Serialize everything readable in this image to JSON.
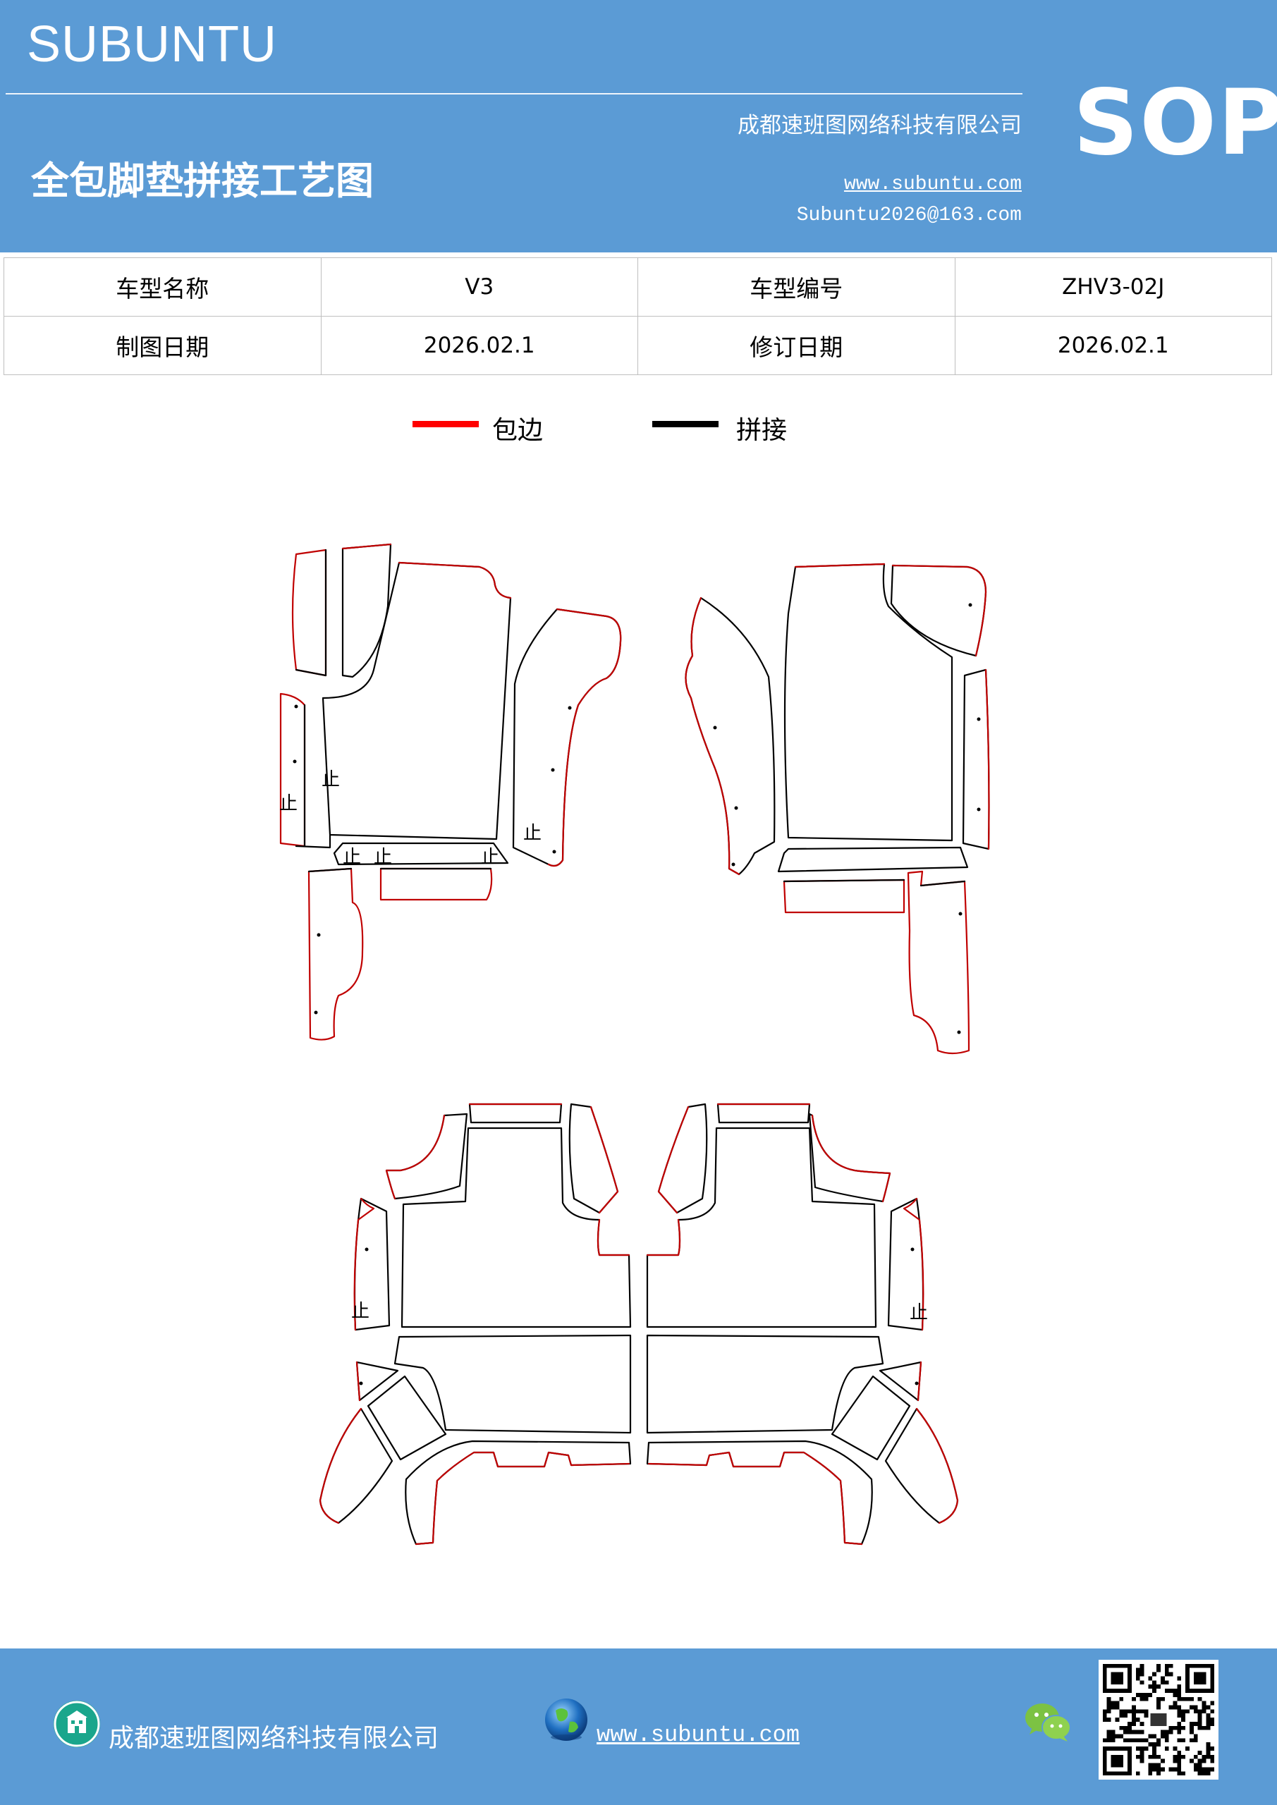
{
  "header": {
    "brand": "SUBUNTU",
    "sop_mark": "SOP",
    "company": "成都速班图网络科技有限公司",
    "title": "全包脚垫拼接工艺图",
    "website": "www.subuntu.com",
    "email": "Subuntu2026@163.com"
  },
  "info_table": {
    "rows": [
      {
        "label1": "车型名称",
        "value1": "V3",
        "label2": "车型编号",
        "value2": "ZHV3-02J"
      },
      {
        "label1": "制图日期",
        "value1": "2026.02.1",
        "label2": "修订日期",
        "value2": "2026.02.1"
      }
    ]
  },
  "legend": {
    "items": [
      {
        "label": "包边",
        "color": "#ff0000"
      },
      {
        "label": "拼接",
        "color": "#000000"
      }
    ]
  },
  "diagram": {
    "stop_marker": "止",
    "edge_color": "#c00000",
    "seam_color": "#000000"
  },
  "footer": {
    "company": "成都速班图网络科技有限公司",
    "website": "www.subuntu.com",
    "bg_color": "#5b9bd5"
  },
  "icons": {
    "company": "building-icon",
    "website": "globe-icon",
    "contact": "wechat-icon",
    "qr": "qr-code"
  }
}
